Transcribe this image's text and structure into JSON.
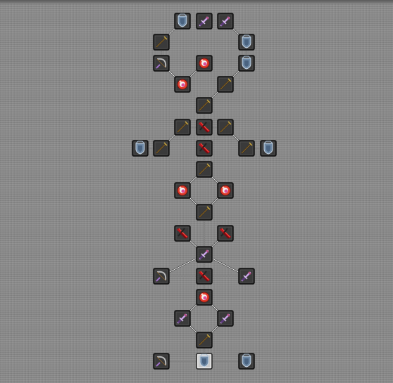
{
  "background_color": "#8a8a8a",
  "node_colors": {
    "frame": "#2b2b2b",
    "selected_frame": "#dcdcdc",
    "edge": "#141414"
  },
  "nodes": [
    {
      "id": "n1",
      "icon": "shield-icon"
    },
    {
      "id": "n2",
      "icon": "sword-icon"
    },
    {
      "id": "n3",
      "icon": "sword-icon"
    },
    {
      "id": "n4",
      "icon": "staff-icon"
    },
    {
      "id": "n5",
      "icon": "shield-icon"
    },
    {
      "id": "n6",
      "icon": "bow-icon"
    },
    {
      "id": "n7",
      "icon": "orb-icon"
    },
    {
      "id": "n8",
      "icon": "shield-icon"
    },
    {
      "id": "n9",
      "icon": "orb-icon"
    },
    {
      "id": "n10",
      "icon": "staff-icon"
    },
    {
      "id": "n11",
      "icon": "staff-icon"
    },
    {
      "id": "n12",
      "icon": "staff-icon"
    },
    {
      "id": "n13",
      "icon": "rune-icon"
    },
    {
      "id": "n14",
      "icon": "staff-icon"
    },
    {
      "id": "n15",
      "icon": "shield-icon"
    },
    {
      "id": "n16",
      "icon": "staff-icon"
    },
    {
      "id": "n17",
      "icon": "rune-icon"
    },
    {
      "id": "n18",
      "icon": "staff-icon"
    },
    {
      "id": "n19",
      "icon": "shield-icon"
    },
    {
      "id": "n20",
      "icon": "staff-icon"
    },
    {
      "id": "n21",
      "icon": "orb-icon"
    },
    {
      "id": "n22",
      "icon": "orb-icon"
    },
    {
      "id": "n23",
      "icon": "staff-icon"
    },
    {
      "id": "n24",
      "icon": "rune-icon"
    },
    {
      "id": "n25",
      "icon": "rune-icon"
    },
    {
      "id": "n26",
      "icon": "sword-icon"
    },
    {
      "id": "n27",
      "icon": "bow-icon"
    },
    {
      "id": "n28",
      "icon": "rune-icon"
    },
    {
      "id": "n29",
      "icon": "sword-icon"
    },
    {
      "id": "n30",
      "icon": "orb-icon"
    },
    {
      "id": "n31",
      "icon": "sword-icon"
    },
    {
      "id": "n32",
      "icon": "sword-icon"
    },
    {
      "id": "n33",
      "icon": "staff-icon"
    },
    {
      "id": "n34",
      "icon": "bow-icon"
    },
    {
      "id": "n35",
      "icon": "shield-icon",
      "selected": true
    },
    {
      "id": "n36",
      "icon": "shield-icon"
    }
  ],
  "edges": [
    [
      "n1",
      "n2"
    ],
    [
      "n2",
      "n3"
    ],
    [
      "n1",
      "n4"
    ],
    [
      "n3",
      "n5"
    ],
    [
      "n4",
      "n6"
    ],
    [
      "n5",
      "n8"
    ],
    [
      "n6",
      "n9"
    ],
    [
      "n7",
      "n9"
    ],
    [
      "n8",
      "n10"
    ],
    [
      "n10",
      "n11"
    ],
    [
      "n11",
      "n13"
    ],
    [
      "n12",
      "n13"
    ],
    [
      "n13",
      "n14"
    ],
    [
      "n12",
      "n16"
    ],
    [
      "n14",
      "n18"
    ],
    [
      "n15",
      "n16"
    ],
    [
      "n18",
      "n19"
    ],
    [
      "n13",
      "n17"
    ],
    [
      "n17",
      "n20"
    ],
    [
      "n20",
      "n21"
    ],
    [
      "n20",
      "n22"
    ],
    [
      "n21",
      "n23"
    ],
    [
      "n22",
      "n23"
    ],
    [
      "n23",
      "n26"
    ],
    [
      "n24",
      "n26"
    ],
    [
      "n25",
      "n26"
    ],
    [
      "n26",
      "n27"
    ],
    [
      "n26",
      "n29"
    ],
    [
      "n26",
      "n28"
    ],
    [
      "n27",
      "n28"
    ],
    [
      "n28",
      "n29"
    ],
    [
      "n28",
      "n30"
    ],
    [
      "n30",
      "n31"
    ],
    [
      "n30",
      "n32"
    ],
    [
      "n31",
      "n33"
    ],
    [
      "n32",
      "n33"
    ],
    [
      "n33",
      "n35"
    ],
    [
      "n34",
      "n35"
    ],
    [
      "n35",
      "n36"
    ]
  ]
}
